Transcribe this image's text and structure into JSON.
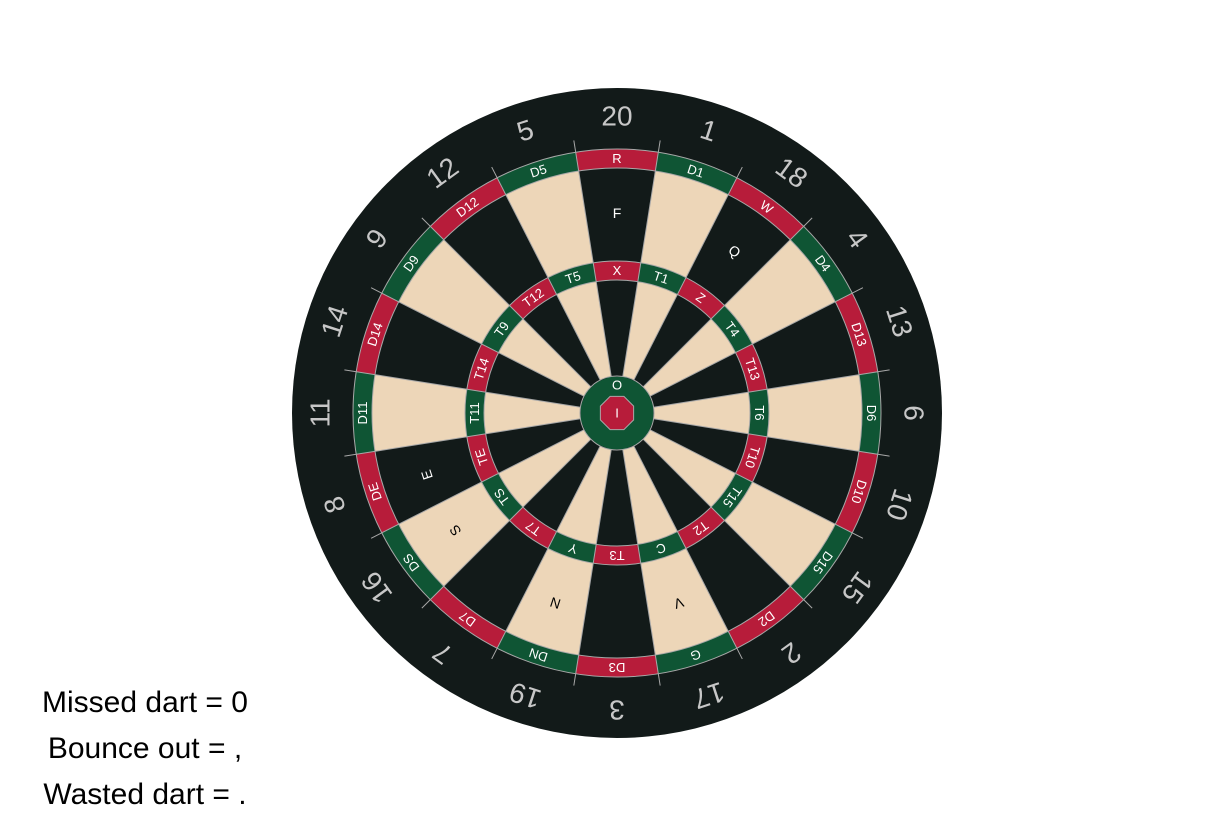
{
  "colors": {
    "black": "#121a19",
    "cream": "#edd6b8",
    "red": "#b71c3a",
    "green": "#0f5534",
    "wire": "#a8a8a8",
    "number": "#c7c7c7",
    "ring_text": "#ffffff",
    "single_label_on_black": "#ffffff",
    "single_label_on_cream": "#000000"
  },
  "board": {
    "numbers": [
      "20",
      "1",
      "18",
      "4",
      "13",
      "6",
      "10",
      "15",
      "2",
      "17",
      "3",
      "19",
      "7",
      "16",
      "8",
      "11",
      "14",
      "9",
      "12",
      "5"
    ],
    "double_labels": [
      "R",
      "D1",
      "W",
      "D4",
      "D13",
      "D6",
      "D10",
      "D15",
      "D2",
      "G",
      "D3",
      "DN",
      "D7",
      "DS",
      "DE",
      "D11",
      "D14",
      "D9",
      "D12",
      "D5"
    ],
    "triple_labels": [
      "X",
      "T1",
      "Z",
      "T4",
      "T13",
      "T6",
      "T10",
      "T15",
      "T2",
      "C",
      "T3",
      "Y",
      "T7",
      "TS",
      "TE",
      "T11",
      "T14",
      "T9",
      "T12",
      "T5"
    ],
    "single_labels": [
      "F",
      "",
      "Q",
      "",
      "",
      "",
      "",
      "",
      "",
      "V",
      "",
      "N",
      "",
      "S",
      "E",
      "",
      "",
      "",
      "",
      ""
    ],
    "outer_bull_label": "O",
    "bullseye_label": "I"
  },
  "legend": {
    "missed": "Missed dart = 0",
    "bounce": "Bounce out = ,",
    "wasted": "Wasted dart = ."
  }
}
